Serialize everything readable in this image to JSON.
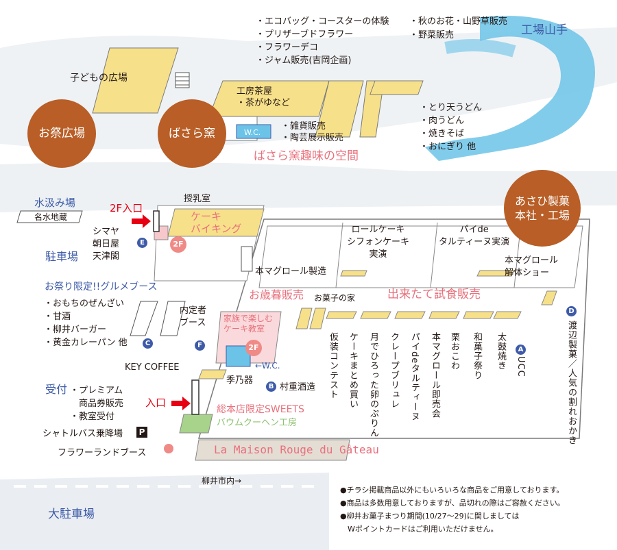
{
  "top": {
    "koen_label": "工場山手",
    "kids_plaza": "子どもの広場",
    "omatsuri": "お祭広場",
    "basara": "ばさら窯",
    "basara_space": "ばさら窯趣味の空間",
    "wc": "W.C.",
    "kobo_chaya": "工房茶屋\n・茶がゆなど",
    "zakka": "・雑貨販売\n・陶芸展示販売",
    "workshops": "・エコバッグ・コースターの体験\n・プリザーブドフラワー\n・フラワーデコ\n・ジャム販売(吉岡企画)",
    "autumn": "・秋のお花・山野草販売\n・野菜販売",
    "food": "・とり天うどん\n・肉うどん\n・焼きそば\n・おにぎり 他"
  },
  "left": {
    "mizukumi": "水汲み場",
    "meisui": "名水地蔵",
    "parking": "駐車場",
    "entrance_2f": "2F入口",
    "junyushitsu": "授乳室",
    "shops": "シマヤ\n朝日屋\n天津閣",
    "gourmet_title": "お祭り限定!!グルメブース",
    "gourmet_items": "・おもちのぜんざい\n・甘酒\n・柳井バーガー\n・黄金カレーパン 他",
    "naitei": "内定者\nブース",
    "key_coffee": "KEY COFFEE",
    "uketsuke": "受付",
    "uketsuke_items": "・プレミアム\n　商品券販売\n・教室受付",
    "entrance": "入口",
    "shuttle": "シャトルバス乗降場",
    "parking_p": "P",
    "flower_booth": "フラワーランドブース",
    "yanai": "柳井市内→",
    "big_parking": "大駐車場"
  },
  "main": {
    "asahi": "あさひ製菓\n本社・工場",
    "cake_viking": "ケーキ\nバイキング",
    "badge_2f": "2F",
    "roll_cake": "ロールケーキ\nシフォンケーキ\n実演",
    "pie_demo": "パイde\nタルティーヌ実演",
    "hon_roll_seizou": "本マグロール製造",
    "hon_roll_kaitai": "本マグロール\n解体ショー",
    "oseibo": "お歳暮販売",
    "okashi_no_ie": "お菓子の家",
    "dekitate": "出来たて試食販売",
    "kazoku": "家族で楽しむ\nケーキ教室",
    "wc_arrow": "←W.C.",
    "kisetsu": "季乃器",
    "murashige": "村重酒造",
    "sohonten": "総本店限定SWEETS",
    "baumkuchen": "バウムクーヘン工房",
    "maison": "La Maison Rouge du Gâteau",
    "vertical": [
      "仮装コンテスト",
      "ケーキまとめ買い",
      "月でひろった卵のぷりん",
      "クレープブリュレ",
      "パイdeタルティーヌ",
      "本マグロール即売会",
      "栗おこわ",
      "和菓子祭り",
      "太鼓焼き",
      "UCC"
    ],
    "watanabe": "渡辺製菓／人気の割れおかき",
    "badges": [
      "A",
      "B",
      "C",
      "D",
      "E",
      "F"
    ]
  },
  "notes": [
    "●チラシ掲載商品以外にもいろいろな商品をご用意しております。",
    "●商品は多数用意しておりますが、品切れの際はご容赦ください。",
    "●柳井お菓子まつり期間(10/27～29)に関しましては",
    "　Wポイントカードはご利用いただけません。"
  ],
  "colors": {
    "booth_yellow": "#f7e08a",
    "brown_circle": "#b85e26",
    "blue_text": "#3e5ba8",
    "red_text": "#e60012",
    "pink_text": "#e8717c",
    "water": "#6cc3e8"
  }
}
